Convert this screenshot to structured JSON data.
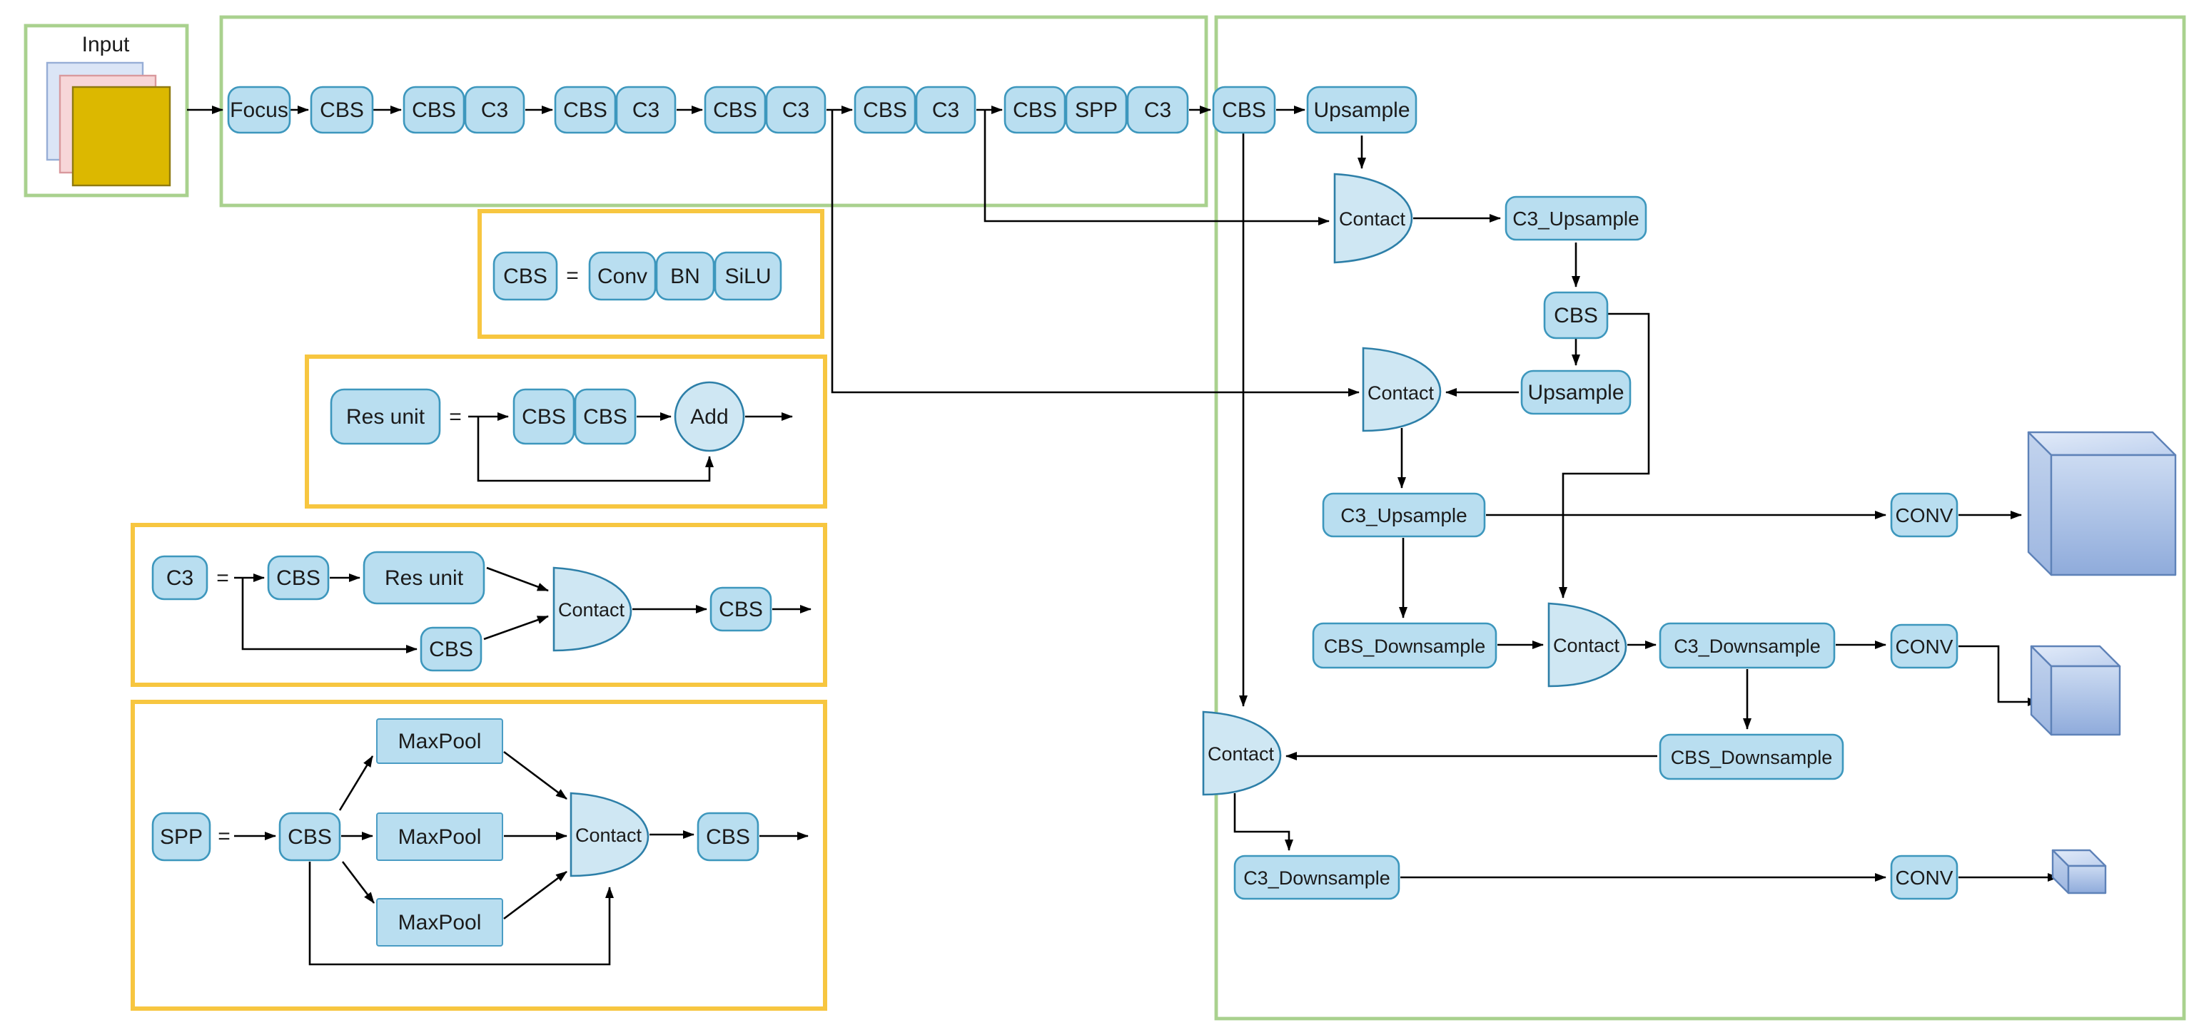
{
  "labels": {
    "input": "Input",
    "focus": "Focus",
    "cbs": "CBS",
    "c3": "C3",
    "spp": "SPP",
    "upsample": "Upsample",
    "contact": "Contact",
    "c3_upsample": "C3_Upsample",
    "cbs_downsample": "CBS_Downsample",
    "c3_downsample": "C3_Downsample",
    "conv": "CONV",
    "conv_layer": "Conv",
    "bn": "BN",
    "silu": "SiLU",
    "maxpool": "MaxPool",
    "add": "Add",
    "res_unit": "Res unit",
    "equals": "="
  },
  "colors": {
    "block_fill": "#b9def0",
    "block_stroke": "#3d97bd",
    "contact_fill": "#cfe7f3",
    "panel_green": "#a9d18e",
    "panel_yellow": "#f7c640",
    "wire": "#000000",
    "input_square_blue": "#dbe5f6",
    "input_square_pink": "#f7d6d8",
    "input_square_gold": "#dcb800",
    "cube_gradient_light": "#dde8f8",
    "cube_gradient_dark": "#8fabdb"
  },
  "backbone_sequence": [
    "Input",
    "Focus",
    "CBS",
    "CBS C3",
    "CBS C3",
    "CBS C3",
    "CBS C3",
    "CBS SPP C3"
  ],
  "connections": [
    "Input -> Focus -> CBS -> CBS C3 x4 -> CBS SPP C3 -> CBS -> Upsample",
    "Upsample -> Contact1",
    "backbone after 4th C3 -> Contact1",
    "backbone after 3rd C3 -> Contact2",
    "CBS (after backbone) -> Contact4 (long vertical)",
    "Contact1 -> C3_Upsample -> CBS -> Upsample -> Contact2",
    "CBS (mid) elbow -> Contact3",
    "Contact2 -> C3_Upsample -> CONV -> large feature cube",
    "C3_Upsample -> CBS_Downsample -> Contact3 -> C3_Downsample -> CONV -> medium feature cube",
    "C3_Downsample -> CBS_Downsample -> Contact4",
    "Contact4 -> C3_Downsample -> CONV -> small feature cube",
    "CBS = Conv BN SiLU",
    "Res unit = CBS CBS -> Add (with identity bypass)",
    "C3 = CBS -> Res unit + CBS bypass -> Contact -> CBS",
    "SPP = CBS -> 3x MaxPool (+bypass) -> Contact -> CBS"
  ]
}
